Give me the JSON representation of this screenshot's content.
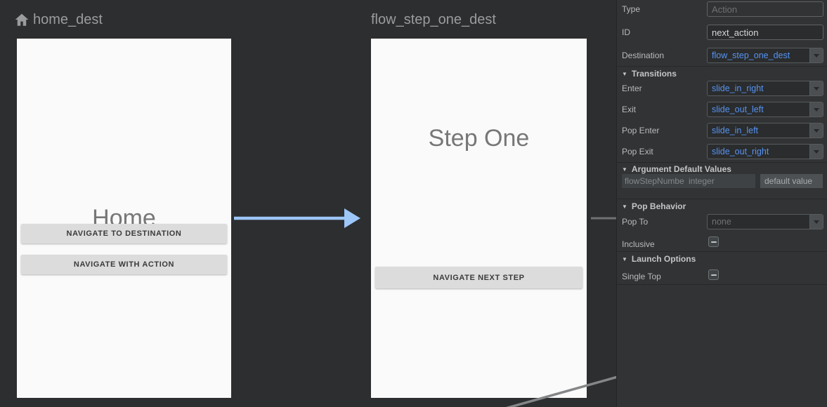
{
  "canvas": {
    "home": {
      "title": "home_dest",
      "screen_title": "Home",
      "button1": "NAVIGATE TO DESTINATION",
      "button2": "NAVIGATE WITH ACTION"
    },
    "step_one": {
      "title": "flow_step_one_dest",
      "screen_title": "Step One",
      "button1": "NAVIGATE NEXT STEP"
    },
    "colors": {
      "selected_edge_blue": "#9dc6f9",
      "edge_gray": "#848688"
    }
  },
  "panel": {
    "type": {
      "label": "Type",
      "value": "Action"
    },
    "id": {
      "label": "ID",
      "value": "next_action"
    },
    "destination": {
      "label": "Destination",
      "value": "flow_step_one_dest"
    },
    "transitions": {
      "header": "Transitions",
      "enter": {
        "label": "Enter",
        "value": "slide_in_right"
      },
      "exit": {
        "label": "Exit",
        "value": "slide_out_left"
      },
      "pop_enter": {
        "label": "Pop Enter",
        "value": "slide_in_left"
      },
      "pop_exit": {
        "label": "Pop Exit",
        "value": "slide_out_right"
      }
    },
    "argument_defaults": {
      "header": "Argument Default Values",
      "arg_name": "flowStepNumbe",
      "arg_type": "integer",
      "arg_value_placeholder": "default value"
    },
    "pop_behavior": {
      "header": "Pop Behavior",
      "pop_to": {
        "label": "Pop To",
        "value": "none"
      },
      "inclusive_label": "Inclusive"
    },
    "launch_options": {
      "header": "Launch Options",
      "single_top_label": "Single Top"
    },
    "colors": {
      "accent_blue": "#5793f2"
    }
  }
}
